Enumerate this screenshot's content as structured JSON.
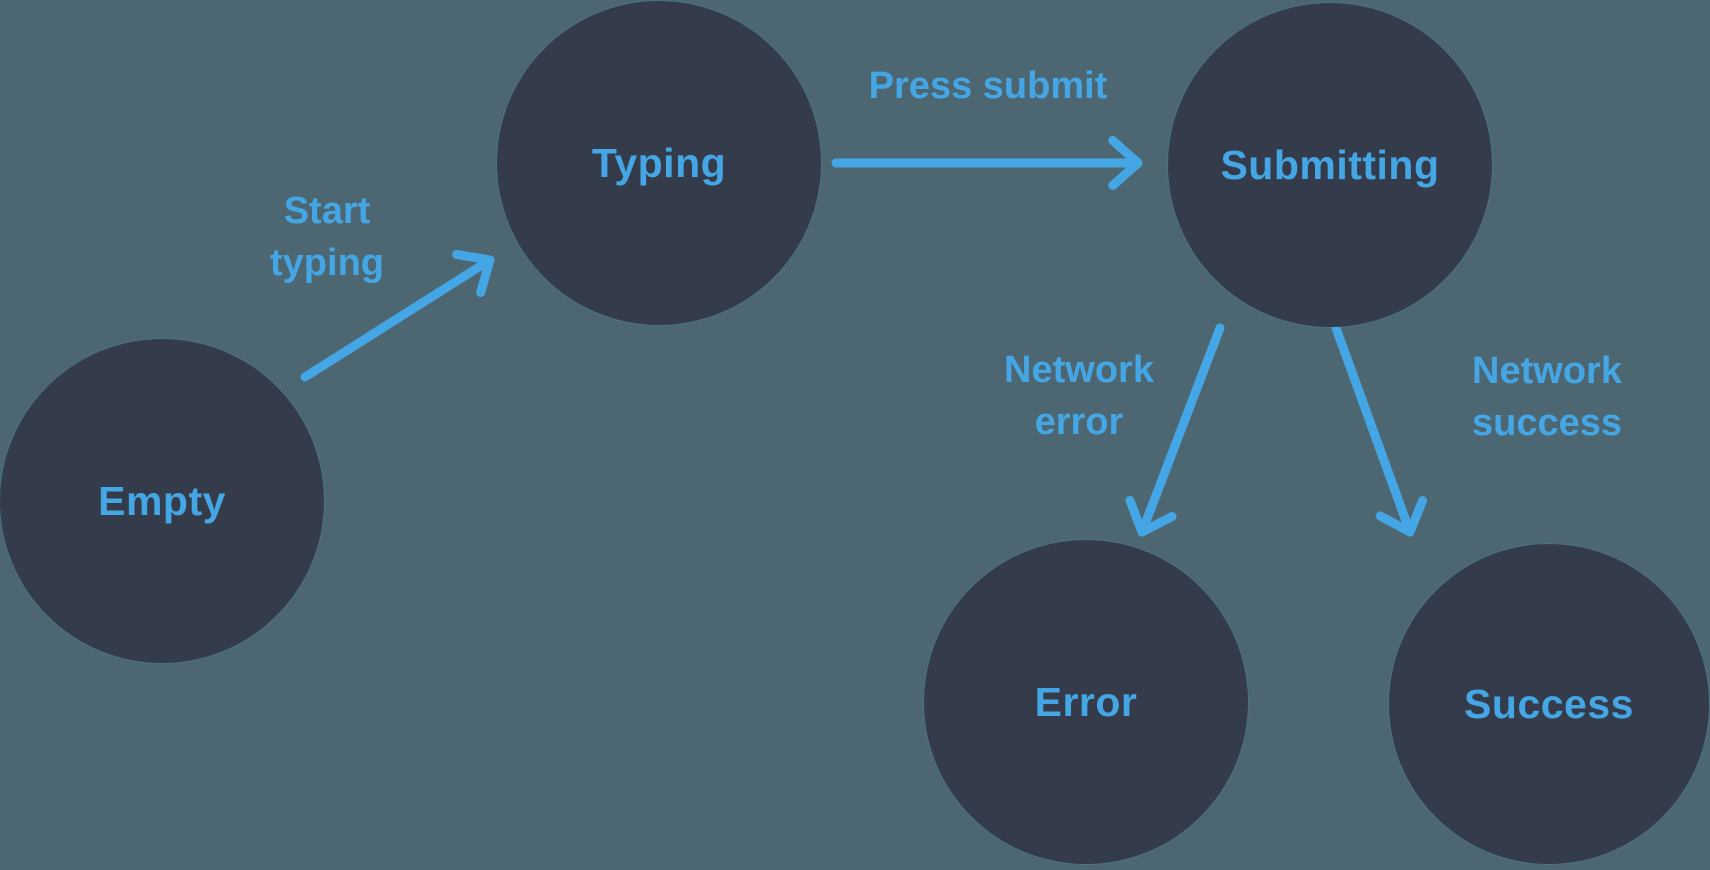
{
  "colors": {
    "background": "#4C6771",
    "state_fill": "#343C4B",
    "accent": "#44A6E4"
  },
  "states": {
    "empty": {
      "label": "Empty"
    },
    "typing": {
      "label": "Typing"
    },
    "submitting": {
      "label": "Submitting"
    },
    "error": {
      "label": "Error"
    },
    "success": {
      "label": "Success"
    }
  },
  "transitions": {
    "start_typing": {
      "label_line1": "Start",
      "label_line2": "typing",
      "from": "Empty",
      "to": "Typing"
    },
    "press_submit": {
      "label": "Press submit",
      "from": "Typing",
      "to": "Submitting"
    },
    "network_error": {
      "label_line1": "Network",
      "label_line2": "error",
      "from": "Submitting",
      "to": "Error"
    },
    "network_success": {
      "label_line1": "Network",
      "label_line2": "success",
      "from": "Submitting",
      "to": "Success"
    }
  }
}
